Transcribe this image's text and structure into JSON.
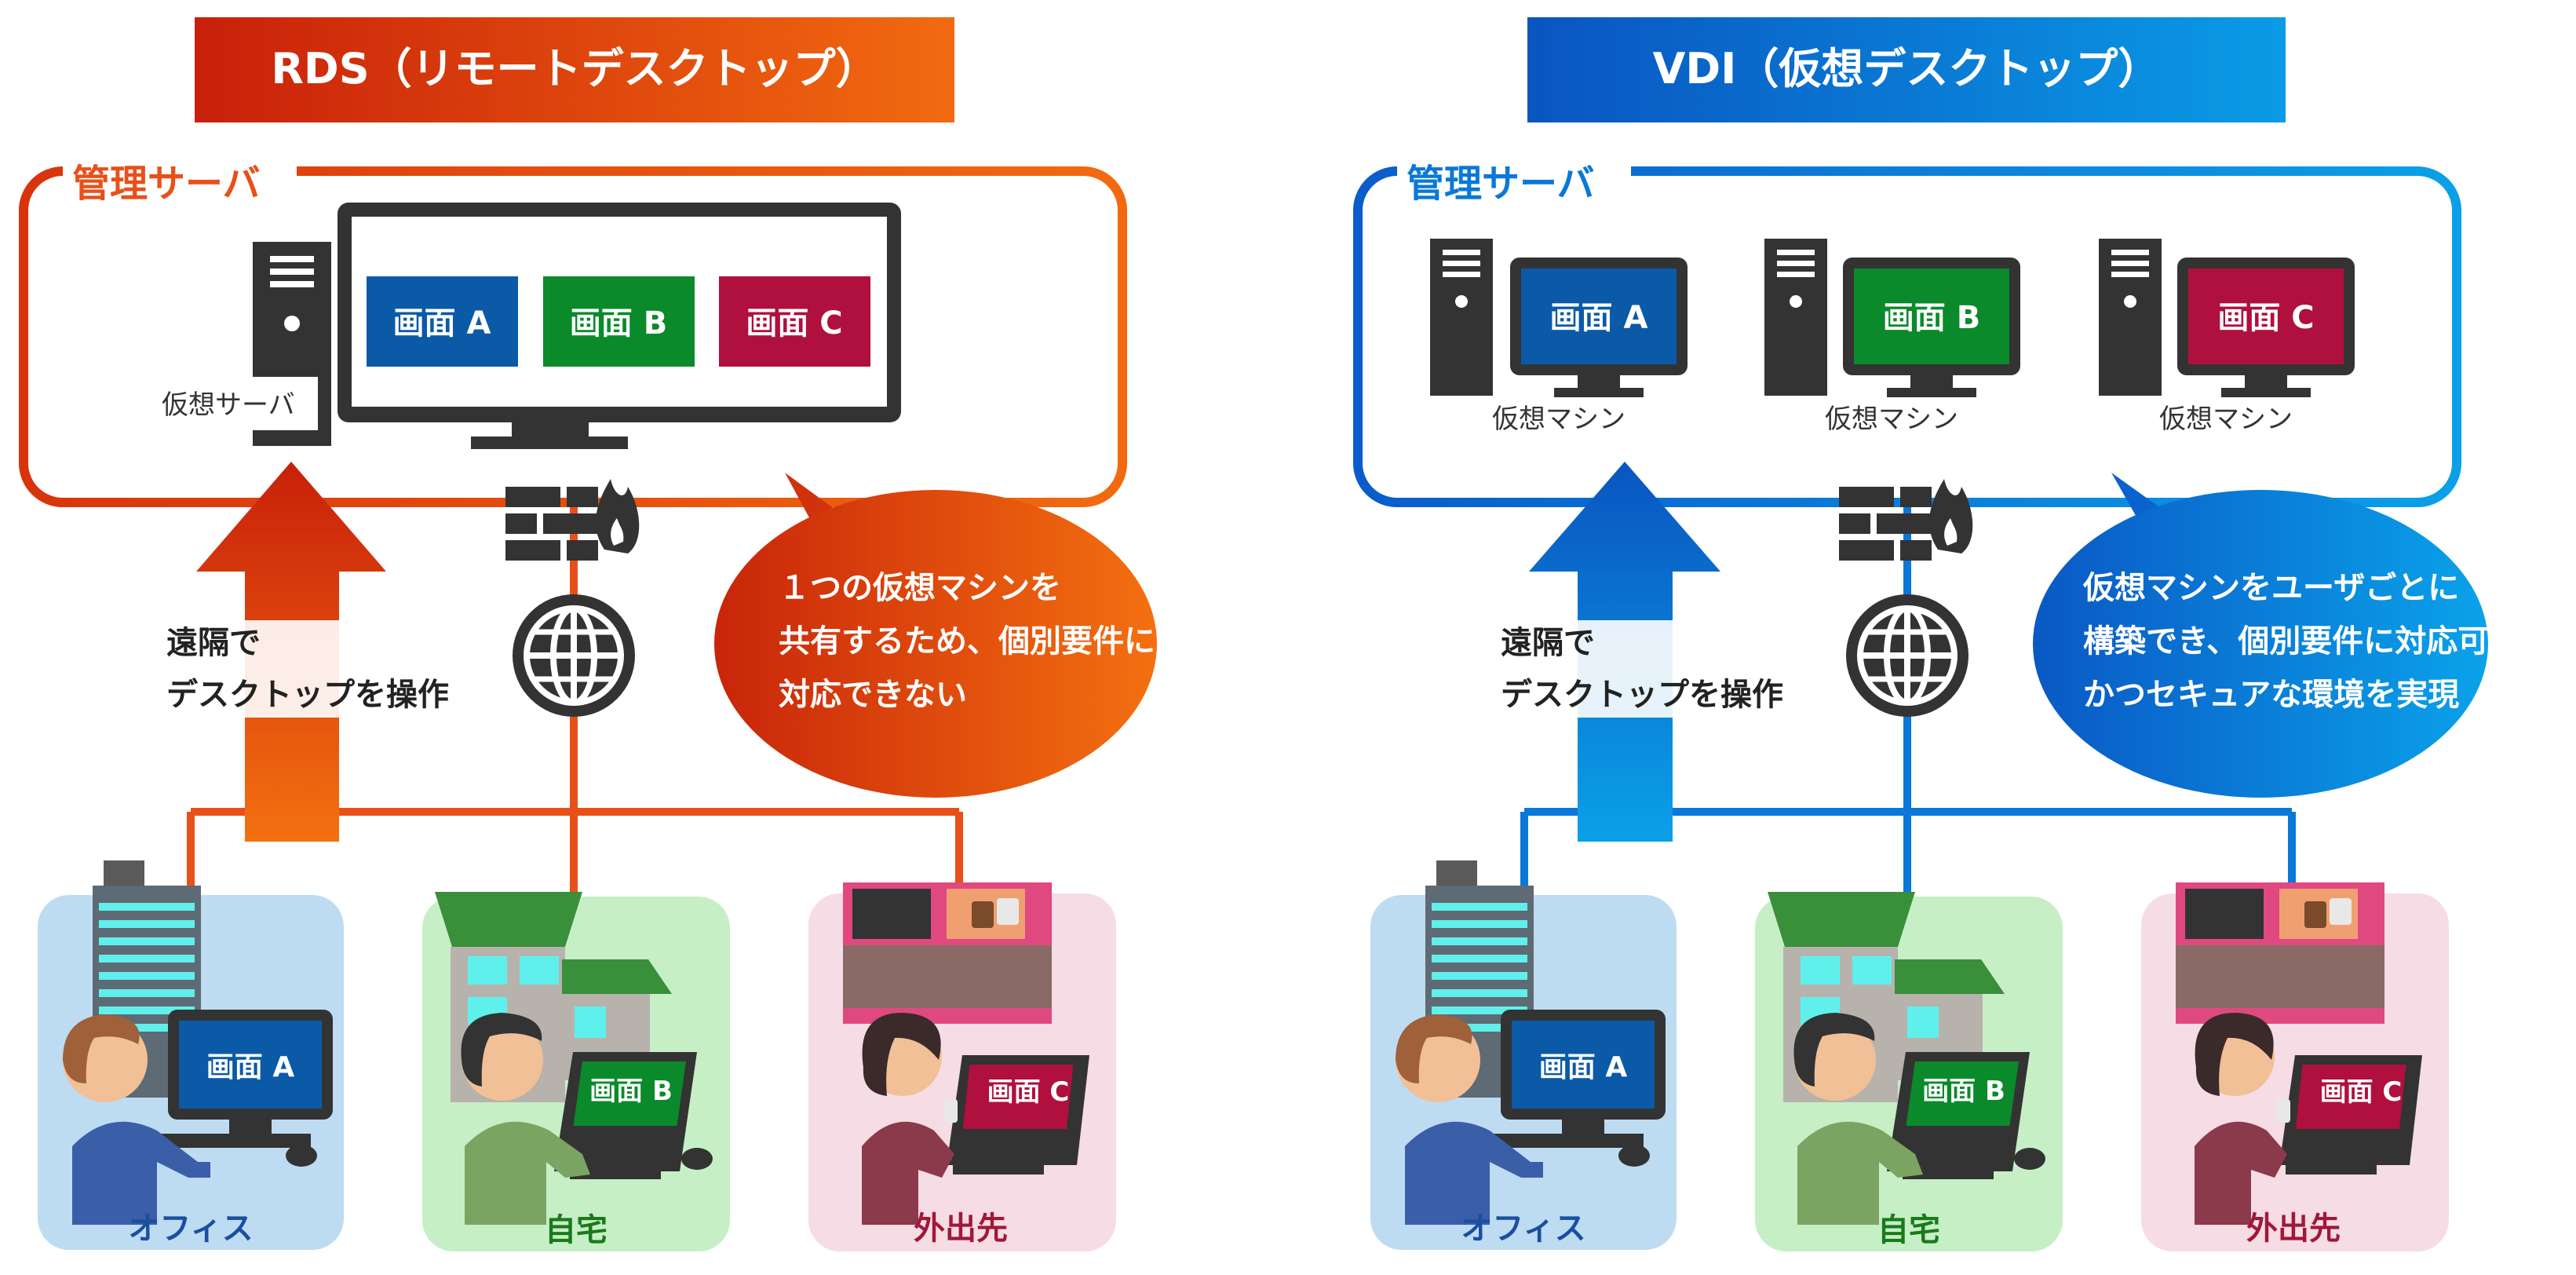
{
  "panels": [
    {
      "title": "RDS（リモートデスクトップ）",
      "server_label": "管理サーバ",
      "virtual_server_label": "仮想サーバ",
      "screens": [
        "画面 A",
        "画面 B",
        "画面 C"
      ],
      "remote_text": [
        "遠隔で",
        "デスクトップを操作"
      ],
      "bubble_lines": [
        "１つの仮想マシンを",
        "共有するため、個別要件に",
        "対応できない"
      ],
      "locations": [
        {
          "label": "オフィス",
          "screen": "画面 A"
        },
        {
          "label": "自宅",
          "screen": "画面 B"
        },
        {
          "label": "外出先",
          "screen": "画面 C"
        }
      ]
    },
    {
      "title": "VDI（仮想デスクトップ）",
      "server_label": "管理サーバ",
      "machines": [
        {
          "screen": "画面 A",
          "label": "仮想マシン"
        },
        {
          "screen": "画面 B",
          "label": "仮想マシン"
        },
        {
          "screen": "画面 C",
          "label": "仮想マシン"
        }
      ],
      "remote_text": [
        "遠隔で",
        "デスクトップを操作"
      ],
      "bubble_lines": [
        "仮想マシンをユーザごとに",
        "構築でき、個別要件に対応可能",
        "かつセキュアな環境を実現"
      ],
      "locations": [
        {
          "label": "オフィス",
          "screen": "画面 A"
        },
        {
          "label": "自宅",
          "screen": "画面 B"
        },
        {
          "label": "外出先",
          "screen": "画面 C"
        }
      ]
    }
  ],
  "colors": {
    "rds_accent": "#e8501a",
    "rds_dark": "#c8250a",
    "vdi_accent": "#0a78d8",
    "vdi_dark": "#0a55b8",
    "screen_a": "#0b5aa8",
    "screen_b": "#0a8a2a",
    "screen_c": "#b0103e",
    "device": "#333333"
  }
}
